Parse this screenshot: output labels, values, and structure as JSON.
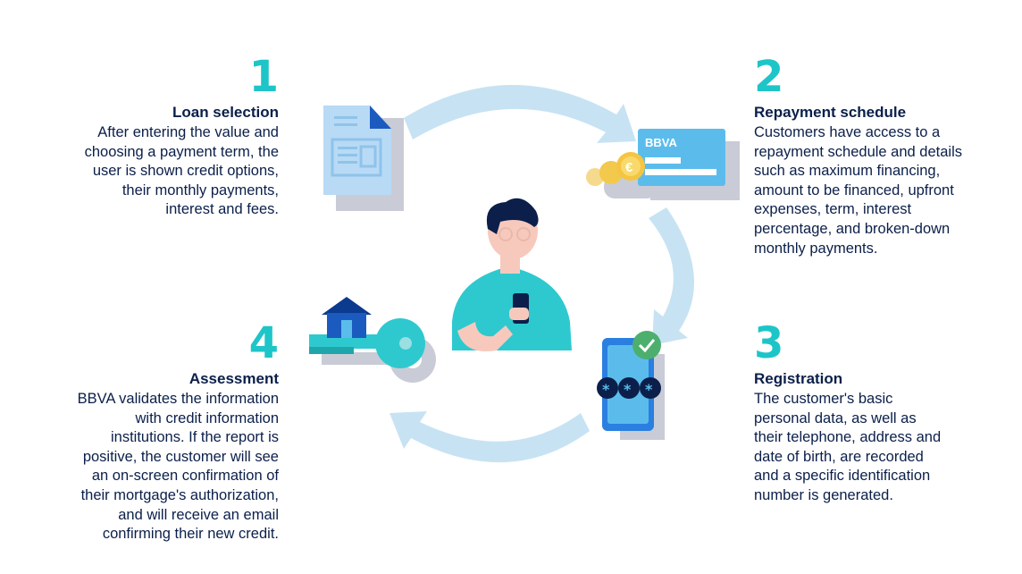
{
  "steps": [
    {
      "number": "1",
      "title": "Loan selection",
      "lines": [
        "After entering the value and",
        "choosing a payment term, the",
        "user is shown credit options,",
        "their monthly payments,",
        "interest and fees."
      ]
    },
    {
      "number": "2",
      "title": "Repayment schedule",
      "lines": [
        "Customers have access to a",
        "repayment schedule and details",
        "such as maximum financing,",
        "amount to be financed, upfront",
        "expenses, term, interest",
        "percentage, and broken-down",
        "monthly payments."
      ]
    },
    {
      "number": "3",
      "title": "Registration",
      "lines": [
        "The customer's basic",
        "personal data, as well as",
        "their telephone, address and",
        "date of birth, are recorded",
        "and a specific identification",
        "number is generated."
      ]
    },
    {
      "number": "4",
      "title": "Assessment",
      "lines": [
        "BBVA validates the information",
        "with credit information",
        "institutions. If the report is",
        "positive, the customer will see",
        "an on-screen confirmation of",
        "their mortgage's authorization,",
        "and will receive an email",
        "confirming their new credit."
      ]
    }
  ],
  "card": {
    "brand": "BBVA"
  },
  "coin": {
    "symbol": "€"
  },
  "phone": {
    "pin_mask": [
      "*",
      "*",
      "*"
    ]
  },
  "colors": {
    "accent": "#1dc5c8",
    "navy": "#0b1f4a",
    "arrow": "#c7e3f3",
    "card_blue": "#5bbcec",
    "check_green": "#4caf6e"
  }
}
